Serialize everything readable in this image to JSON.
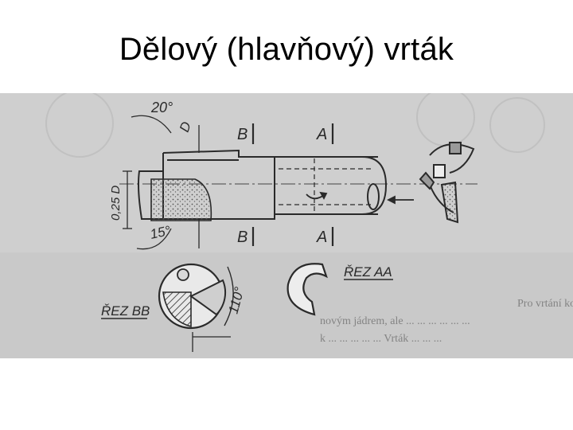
{
  "slide": {
    "title": "Dělový (hlavňový) vrták"
  },
  "figure": {
    "labels": {
      "angle_top": "20°",
      "dim_d": "D",
      "dim_left": "0,25 D",
      "angle_bottom": "15°",
      "cut_b_top": "B",
      "cut_a_top": "A",
      "cut_b_bottom": "B",
      "cut_a_bottom": "A",
      "section_aa": "ŘEZ AA",
      "section_bb": "ŘEZ BB",
      "angle_section": "110°"
    },
    "background_text": [
      "Pro vrtání konkávních rozměrů ...",
      "novým jádrem, ale ... ... ... ... ... ...",
      "k ... ... ... ... ... Vrták ... ... ..."
    ],
    "colors": {
      "paper": "#cfcfcf",
      "ink": "#2a2a2a"
    }
  }
}
